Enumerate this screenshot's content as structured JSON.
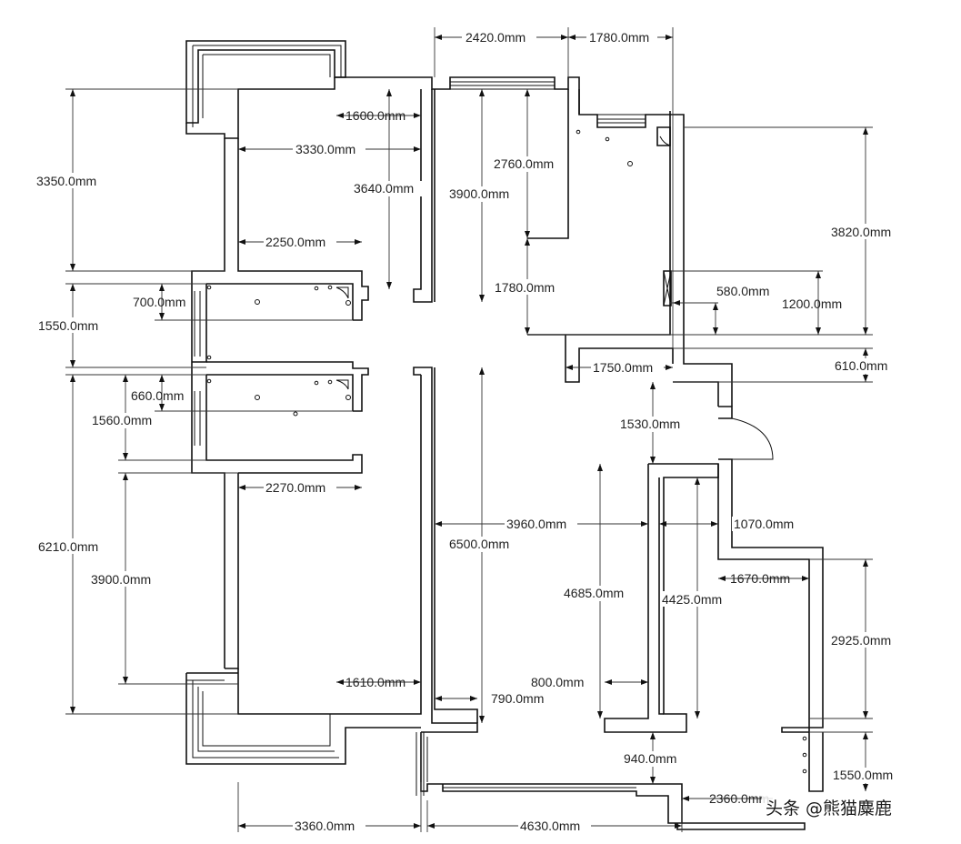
{
  "dims": {
    "d2420": "2420.0mm",
    "d1780_top": "1780.0mm",
    "d1600": "1600.0mm",
    "d3330": "3330.0mm",
    "d3350": "3350.0mm",
    "d3640": "3640.0mm",
    "d3900_top": "3900.0mm",
    "d2760": "2760.0mm",
    "d3820": "3820.0mm",
    "d2250": "2250.0mm",
    "d1780_mid": "1780.0mm",
    "d700": "700.0mm",
    "d580": "580.0mm",
    "d1200": "1200.0mm",
    "d1550_left": "1550.0mm",
    "d1750": "1750.0mm",
    "d610": "610.0mm",
    "d660": "660.0mm",
    "d1560": "1560.0mm",
    "d1530": "1530.0mm",
    "d2270": "2270.0mm",
    "d3960": "3960.0mm",
    "d1070": "1070.0mm",
    "d6210": "6210.0mm",
    "d6500": "6500.0mm",
    "d1670": "1670.0mm",
    "d3900_low": "3900.0mm",
    "d4685": "4685.0mm",
    "d4425": "4425.0mm",
    "d2925": "2925.0mm",
    "d1610": "1610.0mm",
    "d800": "800.0mm",
    "d790": "790.0mm",
    "d940": "940.0mm",
    "d1550_right": "1550.0mm",
    "d2360": "2360.0mm",
    "d3360": "3360.0mm",
    "d4630": "4630.0mm"
  },
  "watermark": "头条 @熊猫麋鹿"
}
